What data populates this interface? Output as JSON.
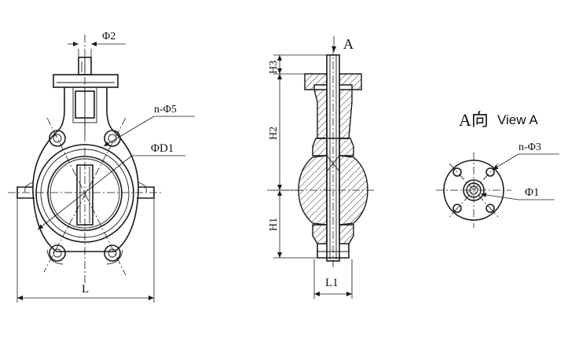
{
  "labels": {
    "phi2": "Φ2",
    "n_phi5": "n-Φ5",
    "phi_d1": "ΦD1",
    "l": "L",
    "a": "A",
    "h3": "H3",
    "h2": "H2",
    "h1": "H1",
    "l1": "L1",
    "a_dir": "A向",
    "view_a": "View A",
    "n_phi3": "n-Φ3",
    "phi1": "Φ1"
  },
  "colors": {
    "line": "#1a1a1a",
    "background": "#ffffff"
  }
}
